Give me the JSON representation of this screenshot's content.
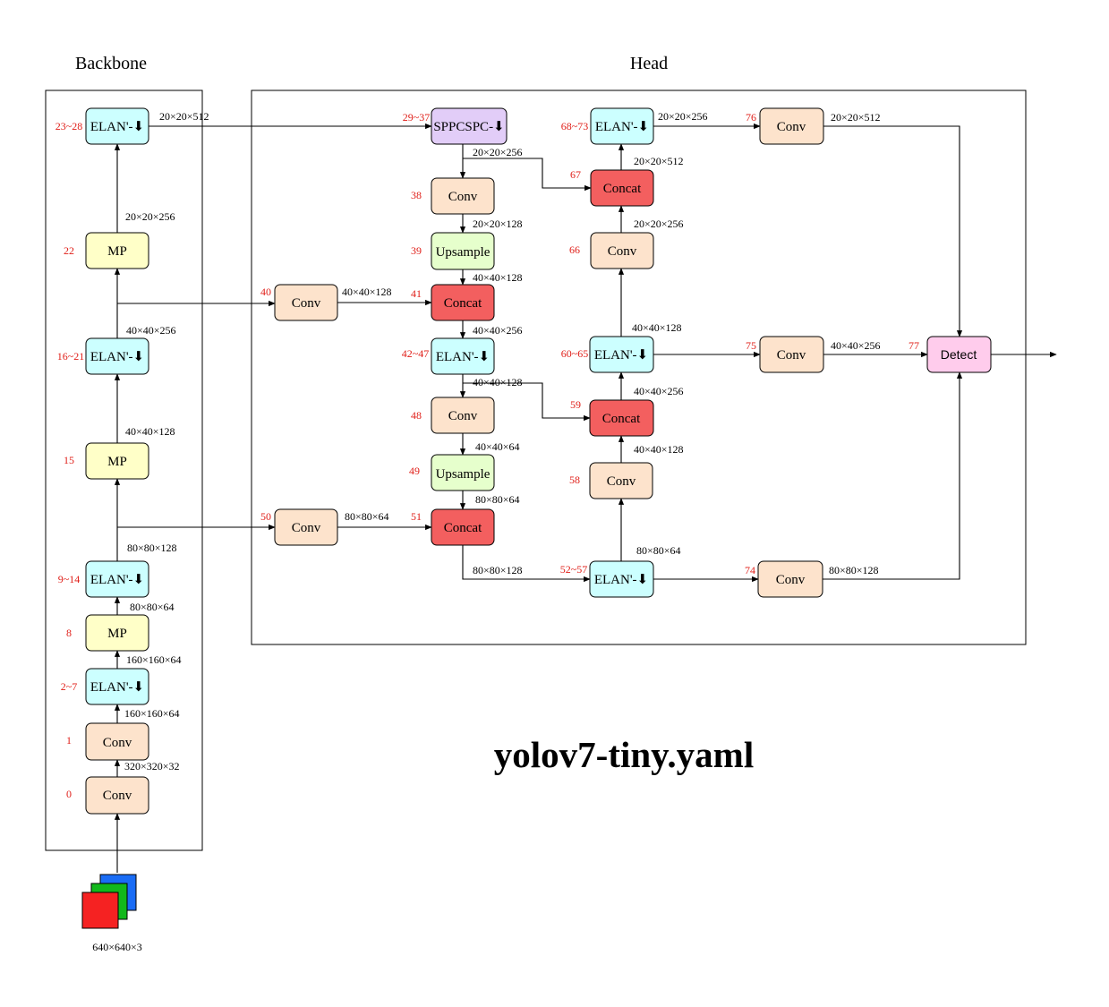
{
  "sections": {
    "backbone_title": "Backbone",
    "head_title": "Head"
  },
  "main_title": "yolov7-tiny.yaml",
  "input_label": "640×640×3",
  "colors": {
    "conv": "#fde3cc",
    "elan": "#ccffff",
    "mp": "#ffffc8",
    "sppcspc": "#e2cdf8",
    "upsample": "#e6ffcc",
    "concat": "#f35f5f",
    "detect": "#ffccec",
    "index_text": "#e0201a",
    "input_blue": "#1a6cf5",
    "input_green": "#12b81c",
    "input_red": "#f52222"
  },
  "nodes": {
    "n0": {
      "label": "Conv",
      "index": "0"
    },
    "n1": {
      "label": "Conv",
      "index": "1"
    },
    "n2": {
      "label": "ELAN'-⬇",
      "index": "2~7"
    },
    "n8": {
      "label": "MP",
      "index": "8"
    },
    "n9": {
      "label": "ELAN'-⬇",
      "index": "9~14"
    },
    "n15": {
      "label": "MP",
      "index": "15"
    },
    "n16": {
      "label": "ELAN'-⬇",
      "index": "16~21"
    },
    "n22": {
      "label": "MP",
      "index": "22"
    },
    "n23": {
      "label": "ELAN'-⬇",
      "index": "23~28"
    },
    "n29": {
      "label": "SPPCSPC-⬇",
      "index": "29~37"
    },
    "n38": {
      "label": "Conv",
      "index": "38"
    },
    "n39": {
      "label": "Upsample",
      "index": "39"
    },
    "n40": {
      "label": "Conv",
      "index": "40"
    },
    "n41": {
      "label": "Concat",
      "index": "41"
    },
    "n42": {
      "label": "ELAN'-⬇",
      "index": "42~47"
    },
    "n48": {
      "label": "Conv",
      "index": "48"
    },
    "n49": {
      "label": "Upsample",
      "index": "49"
    },
    "n50": {
      "label": "Conv",
      "index": "50"
    },
    "n51": {
      "label": "Concat",
      "index": "51"
    },
    "n52": {
      "label": "ELAN'-⬇",
      "index": "52~57"
    },
    "n58": {
      "label": "Conv",
      "index": "58"
    },
    "n59": {
      "label": "Concat",
      "index": "59"
    },
    "n60": {
      "label": "ELAN'-⬇",
      "index": "60~65"
    },
    "n66": {
      "label": "Conv",
      "index": "66"
    },
    "n67": {
      "label": "Concat",
      "index": "67"
    },
    "n68": {
      "label": "ELAN'-⬇",
      "index": "68~73"
    },
    "n74": {
      "label": "Conv",
      "index": "74"
    },
    "n75": {
      "label": "Conv",
      "index": "75"
    },
    "n76": {
      "label": "Conv",
      "index": "76"
    },
    "n77": {
      "label": "Detect",
      "index": "77"
    }
  },
  "dims": {
    "d_in_0": "320×320×32",
    "d_0_1": "160×160×64",
    "d_1_2": "160×160×64",
    "d_2_8": "80×80×64",
    "d_9_out": "80×80×128",
    "d_15_16": "40×40×128",
    "d_16_out": "40×40×256",
    "d_22_23": "20×20×256",
    "d_23_29": "20×20×512",
    "d_29_out": "20×20×256",
    "d_38_39": "20×20×128",
    "d_39_41": "40×40×128",
    "d_40_41": "40×40×128",
    "d_41_42": "40×40×256",
    "d_42_out": "40×40×128",
    "d_48_49": "40×40×64",
    "d_49_51": "80×80×64",
    "d_50_51": "80×80×64",
    "d_51_52": "80×80×128",
    "d_52_58": "80×80×64",
    "d_58_59": "40×40×128",
    "d_59_60": "40×40×256",
    "d_60_66": "40×40×128",
    "d_66_67": "20×20×256",
    "d_67_68": "20×20×512",
    "d_68_76": "20×20×256",
    "d_76_77": "20×20×512",
    "d_75_77": "40×40×256",
    "d_74_77": "80×80×128"
  }
}
